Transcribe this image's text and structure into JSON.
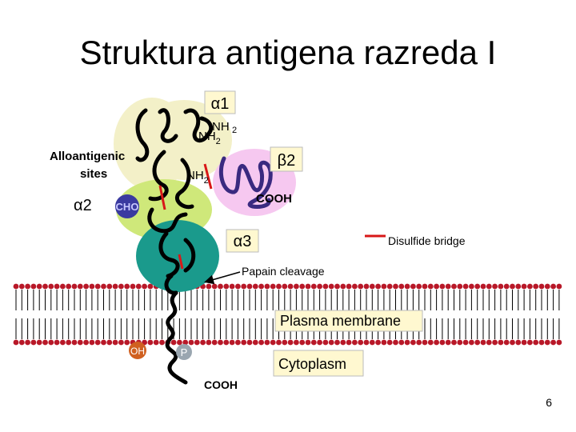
{
  "slide": {
    "title": "Struktura antigena razreda I",
    "page_number": "6"
  },
  "labels": {
    "alpha1": "α1",
    "alpha2": "α2",
    "alpha3": "α3",
    "beta2": "β2",
    "nh2_a": "NH",
    "nh2_a_sub": "2",
    "nh2_b": "NH",
    "nh2_b_sub": "2",
    "nh2_c": "NH",
    "nh2_c_sub": "2",
    "alloantigenic_line1": "Alloantigenic",
    "alloantigenic_line2": "sites",
    "cho": "CHO",
    "cooh_beta": "COOH",
    "cooh_tail": "COOH",
    "disulfide": "Disulfide bridge",
    "papain": "Papain cleavage",
    "plasma_membrane": "Plasma membrane",
    "cytoplasm": "Cytoplasm",
    "oh": "OH",
    "p": "P"
  },
  "colors": {
    "alpha1": "#f3f0c8",
    "alpha2": "#cfe87a",
    "alpha3": "#1a9a8c",
    "beta2": "#f6c8f0",
    "cho": "#3a3aa0",
    "p_circle": "#9aa6b0",
    "oh_circle": "#d06020",
    "bridge": "#d81818",
    "membrane_bead": "#b81828",
    "label_box": "#fff8d0"
  }
}
